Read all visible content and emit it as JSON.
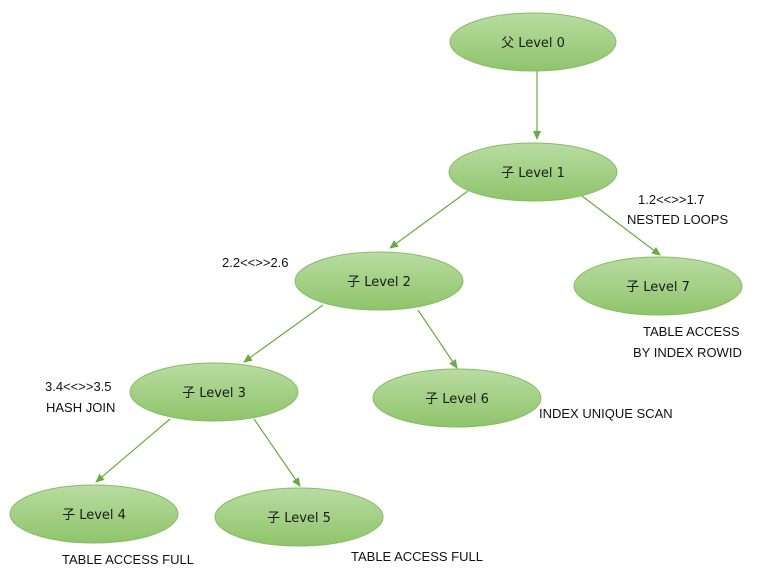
{
  "colors": {
    "node_fill_top": "#b9dca2",
    "node_fill_bottom": "#8fc46b",
    "node_stroke": "#86bd63",
    "edge": "#6aab3f",
    "text": "#111111"
  },
  "nodes": [
    {
      "id": "n0",
      "label": "父 Level 0"
    },
    {
      "id": "n1",
      "label": "子 Level 1"
    },
    {
      "id": "n2",
      "label": "子 Level 2"
    },
    {
      "id": "n7",
      "label": "子 Level 7"
    },
    {
      "id": "n3",
      "label": "子 Level 3"
    },
    {
      "id": "n6",
      "label": "子 Level 6"
    },
    {
      "id": "n4",
      "label": "子 Level 4"
    },
    {
      "id": "n5",
      "label": "子 Level 5"
    }
  ],
  "edges": [
    {
      "from": "n0",
      "to": "n1"
    },
    {
      "from": "n1",
      "to": "n2"
    },
    {
      "from": "n1",
      "to": "n7"
    },
    {
      "from": "n2",
      "to": "n3"
    },
    {
      "from": "n2",
      "to": "n6"
    },
    {
      "from": "n3",
      "to": "n4"
    },
    {
      "from": "n3",
      "to": "n5"
    }
  ],
  "annotations": {
    "level1_range": "1.2<<>>1.7",
    "level1_op": "NESTED LOOPS",
    "level2_range": "2.2<<>>2.6",
    "level3_range": "3.4<<>>3.5",
    "level3_op": "HASH JOIN",
    "level7_op_line1": "TABLE ACCESS",
    "level7_op_line2": "BY INDEX ROWID",
    "level6_op": "INDEX UNIQUE SCAN",
    "level4_op": "TABLE ACCESS FULL",
    "level5_op": "TABLE ACCESS FULL"
  }
}
